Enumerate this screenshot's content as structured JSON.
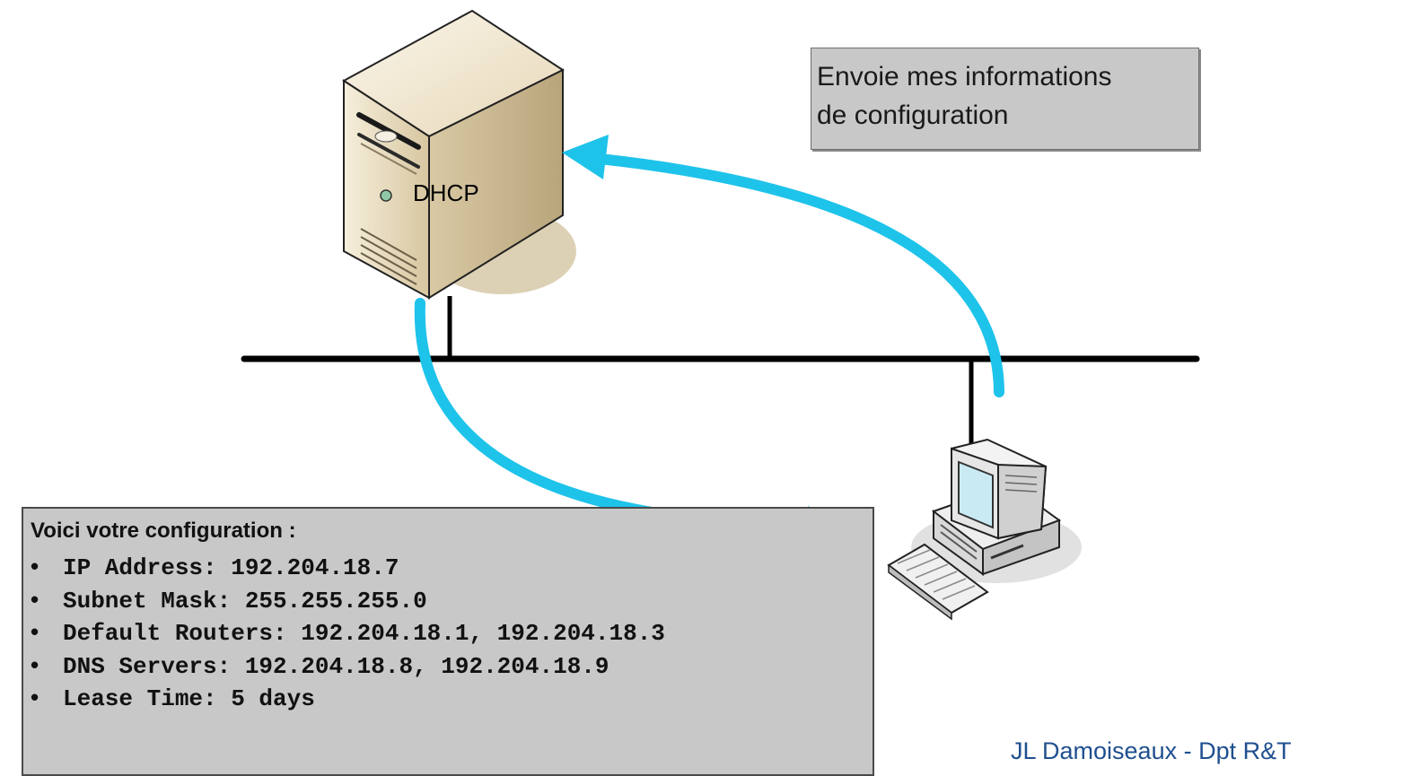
{
  "request_bubble": {
    "line1": "Envoie mes informations",
    "line2": "de configuration"
  },
  "server": {
    "label": "DHCP"
  },
  "config_bubble": {
    "heading": "Voici votre configuration :",
    "items": [
      {
        "bullet": "•",
        "text": "IP Address: 192.204.18.7"
      },
      {
        "bullet": "•",
        "text": "Subnet Mask: 255.255.255.0"
      },
      {
        "bullet": "•",
        "text": "Default Routers: 192.204.18.1, 192.204.18.3"
      },
      {
        "bullet": "•",
        "text": "DNS Servers: 192.204.18.8, 192.204.18.9"
      },
      {
        "bullet": "•",
        "text": "Lease Time: 5 days"
      }
    ]
  },
  "footer": {
    "author": "JL Damoiseaux - Dpt R&T"
  },
  "colors": {
    "arrow": "#1ec3ea",
    "bubble": "#c8c8c8",
    "server_body": "#e2d4b4",
    "footer_text": "#1f4f8f"
  }
}
